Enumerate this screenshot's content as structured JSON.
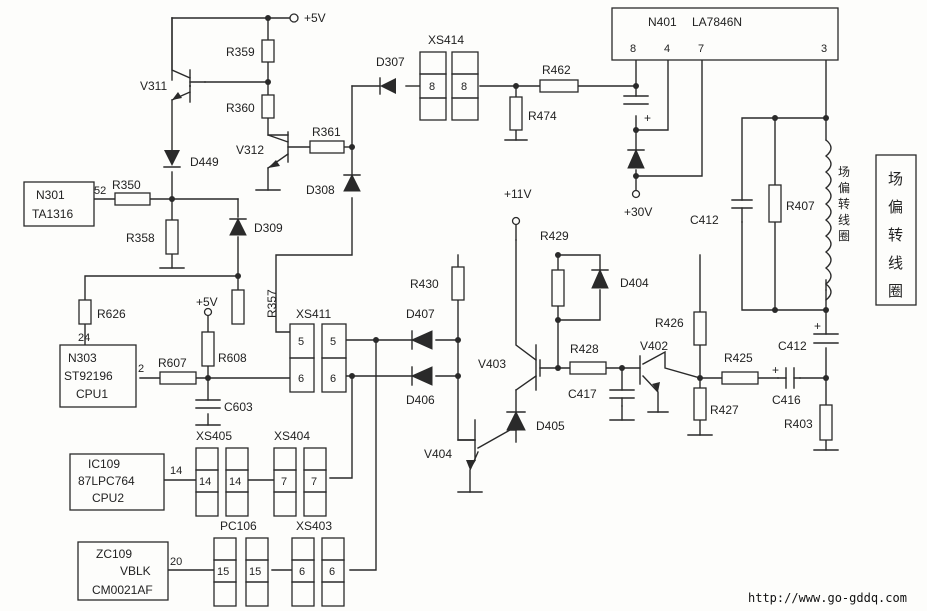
{
  "supply": {
    "v5_top": "+5V",
    "v5_mid": "+5V",
    "v11": "+11V",
    "v30": "+30V"
  },
  "ics": {
    "n401": {
      "ref": "N401",
      "part": "LA7846N",
      "pins": [
        "8",
        "4",
        "7",
        "3"
      ]
    },
    "n301": {
      "ref": "N301",
      "part": "TA1316",
      "pin": "52"
    },
    "n303": {
      "ref": "N303",
      "part": "ST92196",
      "sub": "CPU1",
      "pins": [
        "24",
        "2"
      ]
    },
    "ic109": {
      "ref": "IC109",
      "part": "87LPC764",
      "sub": "CPU2",
      "pin": "14"
    },
    "zc109": {
      "ref": "ZC109",
      "part": "VBLK",
      "sub": "CM0021AF",
      "pin": "20"
    }
  },
  "resistors": {
    "r359": "R359",
    "r360": "R360",
    "r361": "R361",
    "r350": "R350",
    "r358": "R358",
    "r357": "R357",
    "r626": "R626",
    "r607": "R607",
    "r608": "R608",
    "r462": "R462",
    "r474": "R474",
    "r407": "R407",
    "r429": "R429",
    "r430": "R430",
    "r428": "R428",
    "r426": "R426",
    "r425": "R425",
    "r427": "R427",
    "r403": "R403"
  },
  "diodes": {
    "d307": "D307",
    "d308": "D308",
    "d309": "D309",
    "d449": "D449",
    "d404": "D404",
    "d407": "D407",
    "d406": "D406",
    "d405": "D405"
  },
  "transistors": {
    "v311": "V311",
    "v312": "V312",
    "v403": "V403",
    "v402": "V402",
    "v404": "V404"
  },
  "capacitors": {
    "c412a": "C412",
    "c412b": "C412",
    "c603": "C603",
    "c417": "C417",
    "c416": "C416"
  },
  "connectors": {
    "xs414": {
      "ref": "XS414",
      "pins": [
        "8",
        "8"
      ]
    },
    "xs411": {
      "ref": "XS411",
      "pins": [
        "5",
        "5",
        "6",
        "6"
      ]
    },
    "xs405": {
      "ref": "XS405",
      "pins": [
        "14",
        "14"
      ]
    },
    "xs404": {
      "ref": "XS404",
      "pins": [
        "7",
        "7"
      ]
    },
    "pc106": {
      "ref": "PC106",
      "pins": [
        "15",
        "15"
      ]
    },
    "xs403": {
      "ref": "XS403",
      "pins": [
        "6",
        "6"
      ]
    }
  },
  "coil_label": [
    "场",
    "偏",
    "转",
    "线",
    "圈"
  ],
  "side_label": [
    "场",
    "偏",
    "转",
    "线",
    "圈"
  ],
  "polarity": {
    "plus": "+"
  },
  "watermark": "http://www.go-gddq.com"
}
